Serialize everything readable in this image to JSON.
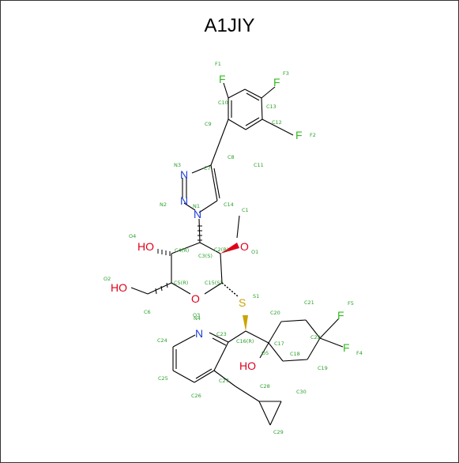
{
  "title": "A1JIY",
  "colors": {
    "C": "#000000",
    "N": "#1f3fd6",
    "O": "#e0001a",
    "S": "#c9a400",
    "F": "#33bb22",
    "label": "#2aa02a"
  },
  "atoms": [
    {
      "id": "F1",
      "sym": "F"
    },
    {
      "id": "F3",
      "sym": "F"
    },
    {
      "id": "F2",
      "sym": "F"
    },
    {
      "id": "N3",
      "sym": "N"
    },
    {
      "id": "N2",
      "sym": "N"
    },
    {
      "id": "N1",
      "sym": "N"
    },
    {
      "id": "O4",
      "sym": "HO"
    },
    {
      "id": "O1",
      "sym": "O"
    },
    {
      "id": "O2",
      "sym": "HO"
    },
    {
      "id": "O3",
      "sym": "O"
    },
    {
      "id": "S1",
      "sym": "S"
    },
    {
      "id": "N4",
      "sym": "N"
    },
    {
      "id": "O5",
      "sym": "HO"
    },
    {
      "id": "F5",
      "sym": "F"
    },
    {
      "id": "F4",
      "sym": "F"
    }
  ],
  "labels": [
    "F1",
    "F3",
    "C10",
    "C13",
    "C9",
    "C12",
    "F2",
    "C8",
    "C11",
    "N3",
    "C7",
    "N2",
    "N1",
    "C14",
    "C1",
    "O4",
    "C4(R)",
    "C3(S)",
    "C2(R)",
    "O1",
    "O2",
    "C5(R)",
    "C15(S)",
    "S1",
    "C6",
    "O3",
    "C20",
    "C21",
    "F5",
    "N4",
    "C23",
    "C16(R)",
    "C17",
    "C22",
    "C24",
    "O5",
    "C18",
    "C19",
    "F4",
    "C25",
    "C27",
    "C28",
    "C30",
    "C26",
    "C29"
  ]
}
